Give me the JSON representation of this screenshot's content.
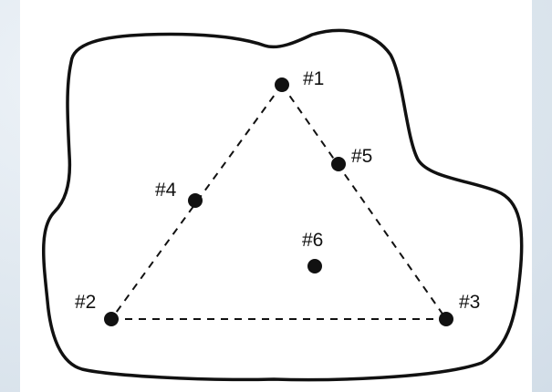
{
  "diagram": {
    "points": [
      {
        "id": "p1",
        "label": "#1"
      },
      {
        "id": "p2",
        "label": "#2"
      },
      {
        "id": "p3",
        "label": "#3"
      },
      {
        "id": "p4",
        "label": "#4"
      },
      {
        "id": "p5",
        "label": "#5"
      },
      {
        "id": "p6",
        "label": "#6"
      }
    ],
    "colors": {
      "ink": "#111111",
      "panel": "#ffffff",
      "background": "#dfe8f0"
    }
  }
}
